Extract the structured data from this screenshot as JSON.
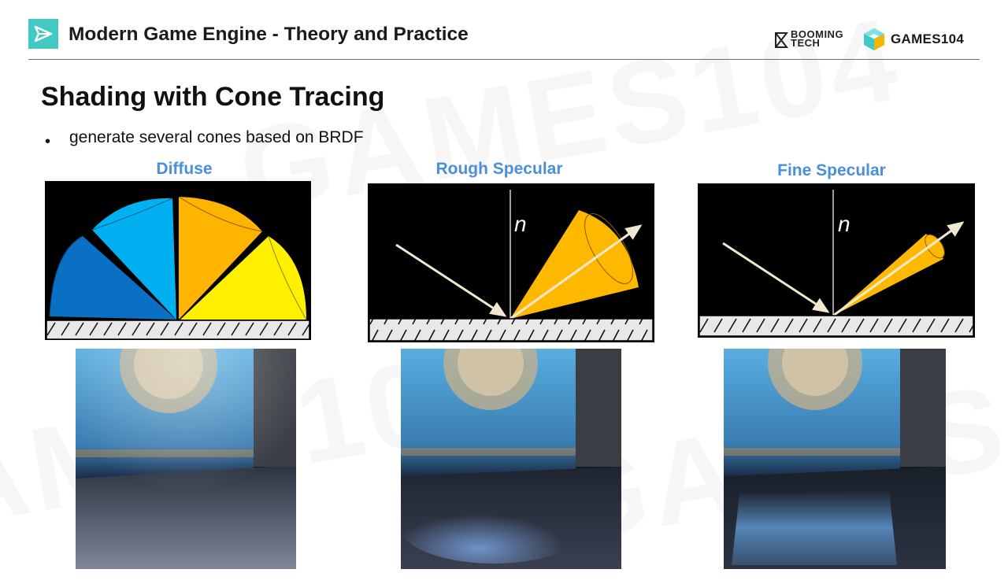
{
  "deck": {
    "title": "Modern Game Engine - Theory and Practice",
    "booming_line1": "BOOMING",
    "booming_line2": "TECH",
    "games_label": "GAMES104",
    "watermark": "GAMES104"
  },
  "slide": {
    "title": "Shading with Cone Tracing",
    "bullet": "generate several cones based on BRDF"
  },
  "columns": [
    {
      "label": "Diffuse"
    },
    {
      "label": "Rough Specular",
      "normal_label": "n"
    },
    {
      "label": "Fine Specular",
      "normal_label": "n"
    }
  ],
  "colors": {
    "title_text": "#111111",
    "label_blue": "#4a90d9",
    "cone_yellow": "#ffb800",
    "cone_blue": "#00b0f0",
    "cone_dark_blue": "#0070c0",
    "cone_bright_yellow": "#ffff00",
    "accent_teal": "#3ec8c8"
  },
  "icons": [
    "play-logo-icon",
    "booming-tech-logo-icon",
    "games104-logo-icon"
  ]
}
